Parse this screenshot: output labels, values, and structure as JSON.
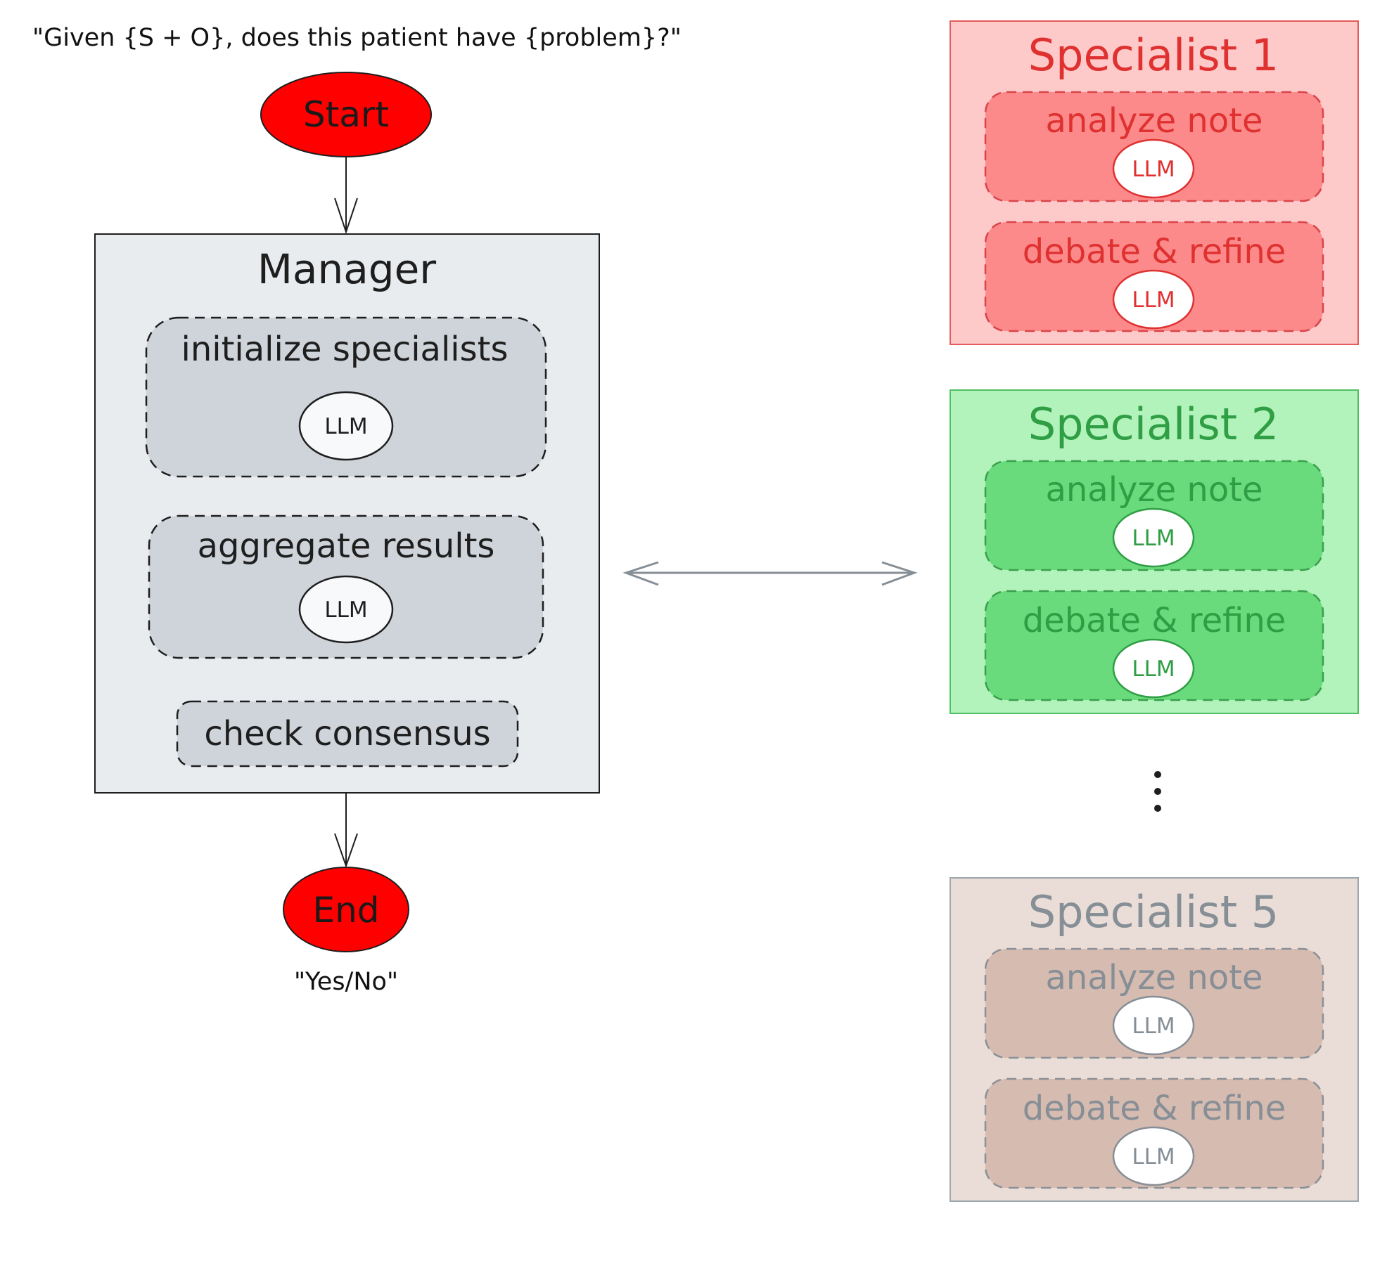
{
  "prompt": "\"Given {S + O}, does this patient have {problem}?\"",
  "start_label": "Start",
  "end_label": "End",
  "answer": "\"Yes/No\"",
  "manager": {
    "title": "Manager",
    "steps": [
      {
        "label": "initialize specialists",
        "llm": "LLM"
      },
      {
        "label": "aggregate results",
        "llm": "LLM"
      },
      {
        "label": "check consensus"
      }
    ]
  },
  "specialists": [
    {
      "title": "Specialist 1",
      "step1": "analyze note",
      "step2": "debate & refine",
      "llm": "LLM",
      "colors": {
        "panel": "#fdc9c9",
        "panel_border": "#e35b5b",
        "step": "#fc8a8a",
        "step_border": "#d9444a",
        "text": "#e03131"
      }
    },
    {
      "title": "Specialist 2",
      "step1": "analyze note",
      "step2": "debate & refine",
      "llm": "LLM",
      "colors": {
        "panel": "#b2f2bb",
        "panel_border": "#4fbf63",
        "step": "#69db7c",
        "step_border": "#3a9f4c",
        "text": "#2f9e44"
      }
    },
    {
      "title": "Specialist 5",
      "step1": "analyze note",
      "step2": "debate & refine",
      "llm": "LLM",
      "colors": {
        "panel": "#eaddd7",
        "panel_border": "#9da5ad",
        "step": "#d6bbb0",
        "step_border": "#8a9097",
        "text": "#868e96"
      }
    }
  ],
  "colors": {
    "terminal": "#ff0000",
    "manager_panel": "#e9ecef",
    "manager_step": "#ced4da",
    "arrow": "#868e96"
  }
}
